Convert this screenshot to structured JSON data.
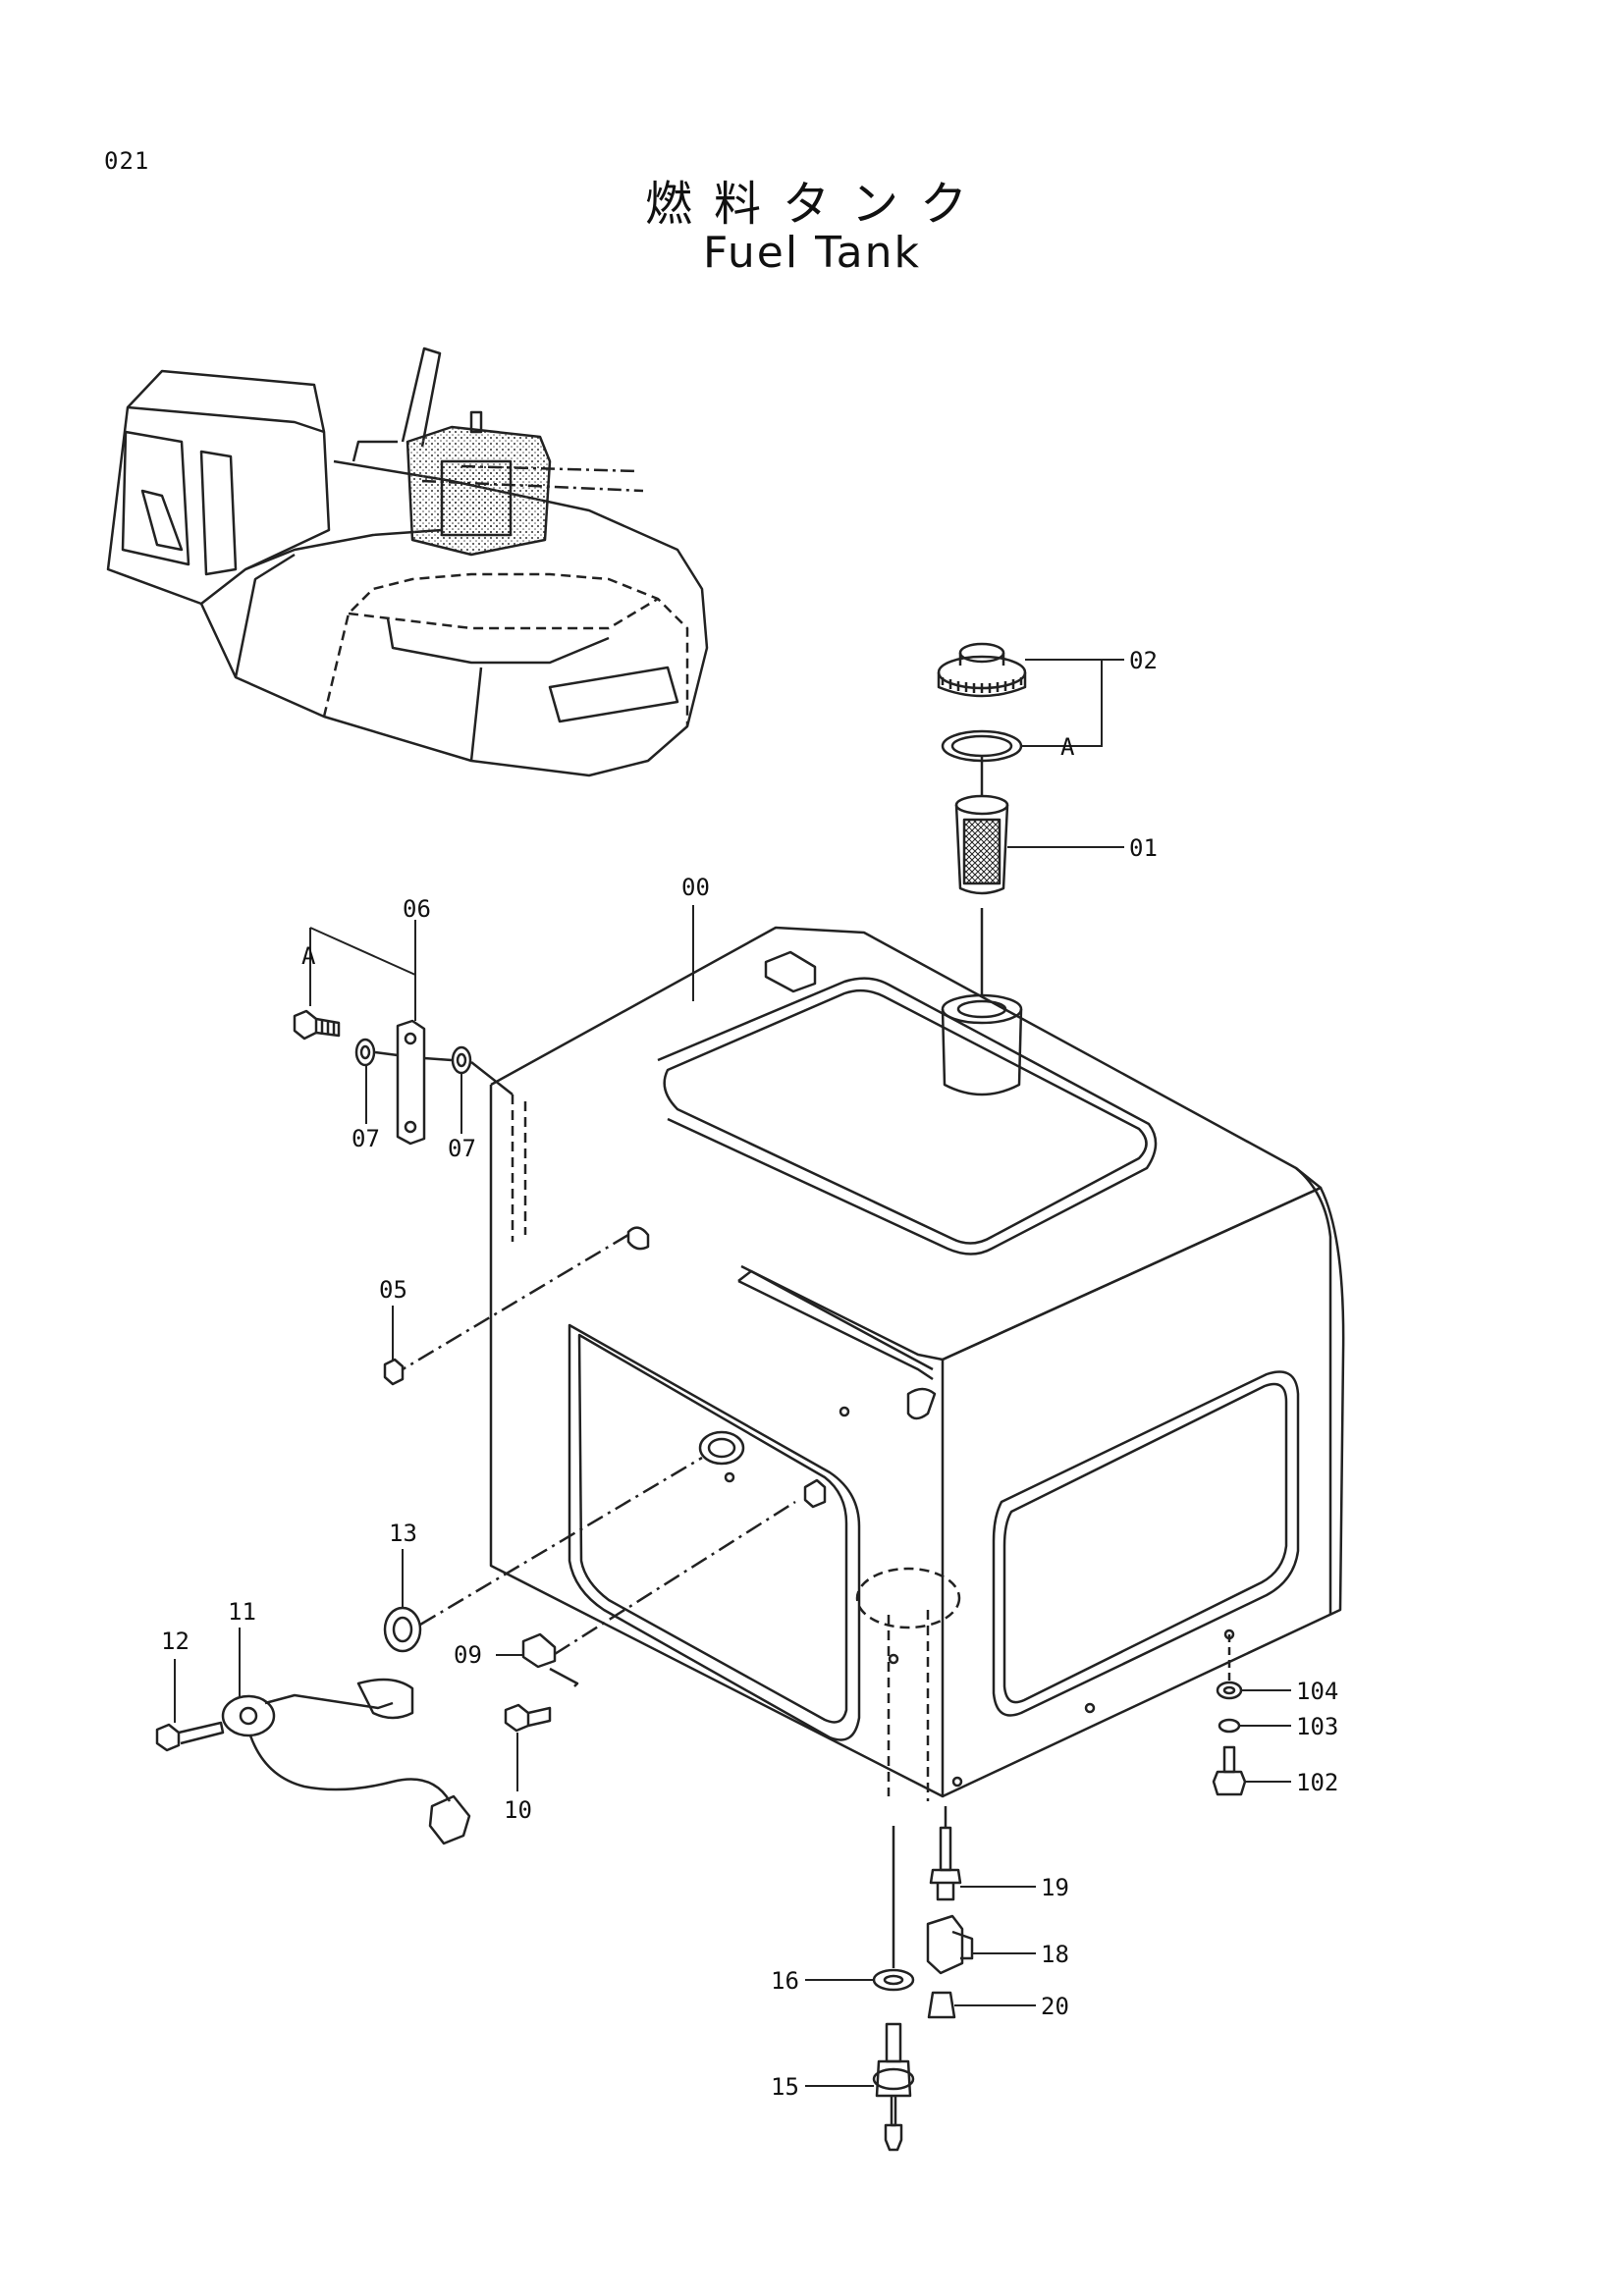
{
  "page": {
    "number": "021",
    "title_jp": "燃料タンク",
    "title_en": "Fuel Tank"
  },
  "callouts": {
    "c00": "00",
    "c01": "01",
    "c02": "02",
    "cA1": "A",
    "cA2": "A",
    "c05": "05",
    "c06": "06",
    "c07a": "07",
    "c07b": "07",
    "c09": "09",
    "c10": "10",
    "c11": "11",
    "c12": "12",
    "c13": "13",
    "c15": "15",
    "c16": "16",
    "c18": "18",
    "c19": "19",
    "c20": "20",
    "c102": "102",
    "c103": "103",
    "c104": "104"
  }
}
